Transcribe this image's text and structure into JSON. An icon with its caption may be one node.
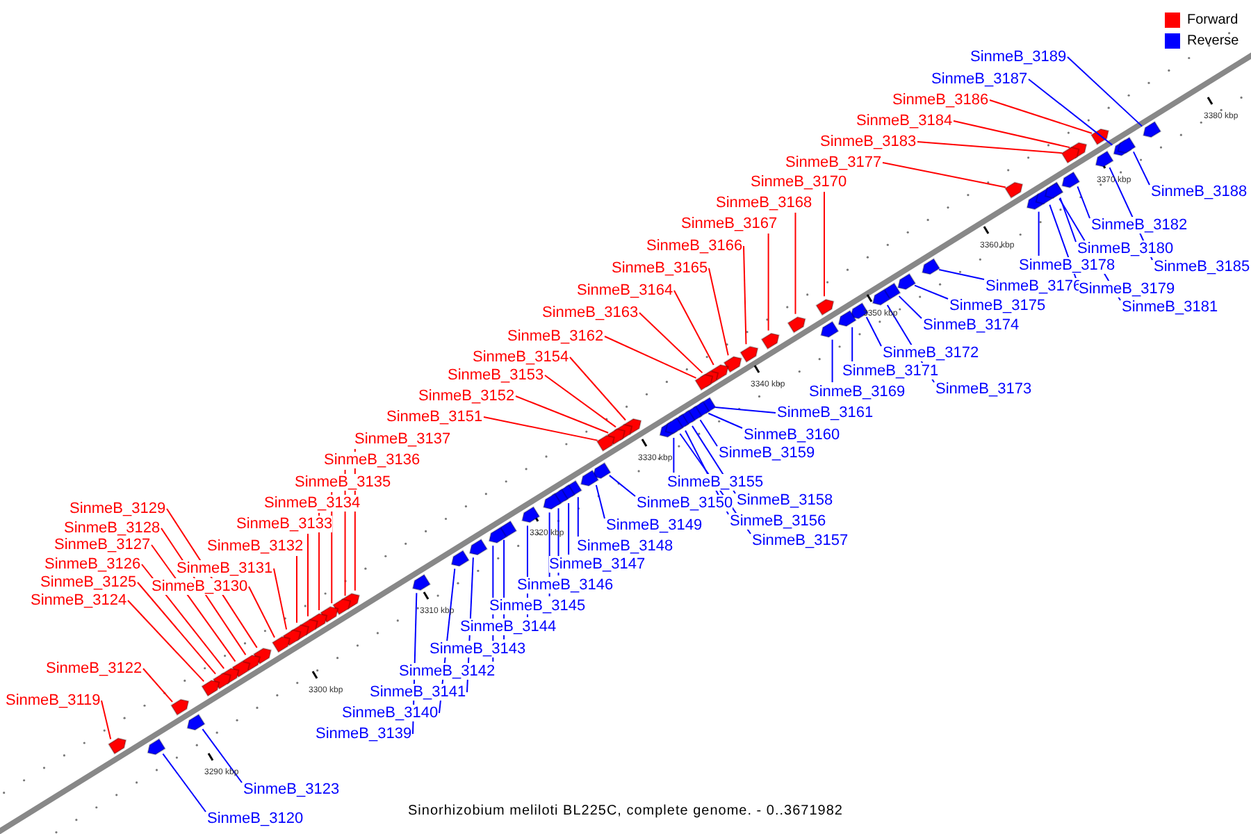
{
  "diagram": {
    "caption": "Sinorhizobium meliloti BL225C, complete genome. - 0..3671982",
    "nodes": [
      {
        "text": [
          "SinmeB_3189"
        ]
      },
      {
        "text": [
          "SinmeB_3187"
        ]
      },
      {
        "text": [
          "SinmeB_3186"
        ]
      },
      {
        "text": [
          "SinmeB_3184"
        ]
      },
      {
        "text": [
          "SinmeB_3183"
        ]
      },
      {
        "text": [
          "SinmeB_3177"
        ]
      },
      {
        "text": [
          "SinmeB_3170"
        ]
      },
      {
        "text": [
          "SinmeB_3188"
        ]
      },
      {
        "text": [
          "SinmeB_3168"
        ]
      },
      {
        "text": [
          "SinmeB_3167"
        ]
      },
      {
        "text": [
          "SinmeB_3182"
        ]
      },
      {
        "text": [
          "SinmeB_3166"
        ]
      },
      {
        "text": [
          "SinmeB_3180"
        ]
      },
      {
        "text": [
          "SinmeB_3178"
        ]
      },
      {
        "text": [
          "SinmeB_3185"
        ]
      },
      {
        "text": [
          "SinmeB_3165"
        ]
      },
      {
        "text": [
          "SinmeB_3176"
        ]
      },
      {
        "text": [
          "SinmeB_3179"
        ]
      },
      {
        "text": [
          "SinmeB_3164"
        ]
      },
      {
        "text": [
          "SinmeB_3175"
        ]
      },
      {
        "text": [
          "SinmeB_3181"
        ]
      },
      {
        "text": [
          "SinmeB_3163"
        ]
      },
      {
        "text": [
          "SinmeB_3174"
        ]
      },
      {
        "text": [
          "SinmeB_3162"
        ]
      },
      {
        "text": [
          "SinmeB_3172"
        ]
      },
      {
        "text": [
          "SinmeB_3154"
        ]
      },
      {
        "text": [
          "SinmeB_3171"
        ]
      },
      {
        "text": [
          "SinmeB_3153"
        ]
      },
      {
        "text": [
          "SinmeB_3173"
        ]
      },
      {
        "text": [
          "SinmeB_3169"
        ]
      },
      {
        "text": [
          "SinmeB_3152"
        ]
      },
      {
        "text": [
          "SinmeB_3161"
        ]
      },
      {
        "text": [
          "SinmeB_3151"
        ]
      },
      {
        "text": [
          "SinmeB_3160"
        ]
      },
      {
        "text": [
          "SinmeB_3137"
        ]
      },
      {
        "text": [
          "SinmeB_3159"
        ]
      },
      {
        "text": [
          "SinmeB_3136"
        ]
      },
      {
        "text": [
          "SinmeB_3155"
        ]
      },
      {
        "text": [
          "SinmeB_3135"
        ]
      },
      {
        "text": [
          "SinmeB_3150"
        ]
      },
      {
        "text": [
          "SinmeB_3158"
        ]
      },
      {
        "text": [
          "SinmeB_3134"
        ]
      },
      {
        "text": [
          "SinmeB_3129"
        ]
      },
      {
        "text": [
          "SinmeB_3156"
        ]
      },
      {
        "text": [
          "SinmeB_3133"
        ]
      },
      {
        "text": [
          "SinmeB_3149"
        ]
      },
      {
        "text": [
          "SinmeB_3128"
        ]
      },
      {
        "text": [
          "SinmeB_3157"
        ]
      },
      {
        "text": [
          "SinmeB_3127"
        ]
      },
      {
        "text": [
          "SinmeB_3132"
        ]
      },
      {
        "text": [
          "SinmeB_3148"
        ]
      },
      {
        "text": [
          "SinmeB_3126"
        ]
      },
      {
        "text": [
          "SinmeB_3147"
        ]
      },
      {
        "text": [
          "SinmeB_3131"
        ]
      },
      {
        "text": [
          "SinmeB_3125"
        ]
      },
      {
        "text": [
          "SinmeB_3146"
        ]
      },
      {
        "text": [
          "SinmeB_3130"
        ]
      },
      {
        "text": [
          "SinmeB_3124"
        ]
      },
      {
        "text": [
          "SinmeB_3145"
        ]
      },
      {
        "text": [
          "SinmeB_3144"
        ]
      },
      {
        "text": [
          "SinmeB_3143"
        ]
      },
      {
        "text": [
          "SinmeB_3122"
        ]
      },
      {
        "text": [
          "SinmeB_3142"
        ]
      },
      {
        "text": [
          "SinmeB_3141"
        ]
      },
      {
        "text": [
          "SinmeB_3119"
        ]
      },
      {
        "text": [
          "SinmeB_3140"
        ]
      },
      {
        "text": [
          "SinmeB_3139"
        ]
      },
      {
        "text": [
          "SinmeB_3123"
        ]
      },
      {
        "text": [
          "SinmeB_3120"
        ]
      },
      {
        "text": [],
        "shape": "arrow"
      },
      {
        "text": [],
        "shape": "arrow"
      },
      {
        "text": [],
        "shape": "arrow"
      },
      {
        "text": [],
        "shape": "arrow"
      },
      {
        "text": [],
        "shape": "arrow"
      },
      {
        "text": [],
        "shape": "arrow"
      },
      {
        "text": [],
        "shape": "arrow"
      },
      {
        "text": [],
        "shape": "arrow"
      },
      {
        "text": [],
        "shape": "arrow"
      },
      {
        "text": [],
        "shape": "arrow"
      },
      {
        "text": [],
        "shape": "arrow"
      },
      {
        "text": [],
        "shape": "arrow"
      },
      {
        "text": [],
        "shape": "arrow"
      },
      {
        "text": [],
        "shape": "arrow"
      },
      {
        "text": [],
        "shape": "arrow"
      },
      {
        "text": [],
        "shape": "arrow"
      },
      {
        "text": [],
        "shape": "arrow"
      },
      {
        "text": [],
        "shape": "arrow"
      },
      {
        "text": [],
        "shape": "arrow"
      },
      {
        "text": [],
        "shape": "arrow"
      },
      {
        "text": [],
        "shape": "arrow"
      },
      {
        "text": [],
        "shape": "arrow"
      },
      {
        "text": [],
        "shape": "arrow"
      },
      {
        "text": [],
        "shape": "arrow"
      },
      {
        "text": [],
        "shape": "arrow"
      },
      {
        "text": [],
        "shape": "arrow"
      },
      {
        "text": [],
        "shape": "arrow"
      },
      {
        "text": [],
        "shape": "arrow"
      },
      {
        "text": [],
        "shape": "arrow"
      },
      {
        "text": [],
        "shape": "arrow"
      },
      {
        "text": [],
        "shape": "arrow"
      },
      {
        "text": [],
        "shape": "arrow"
      },
      {
        "text": [],
        "shape": "arrow"
      },
      {
        "text": [],
        "shape": "arrow"
      },
      {
        "text": [],
        "shape": "arrow"
      },
      {
        "text": [],
        "shape": "arrow"
      },
      {
        "text": [],
        "shape": "arrow"
      },
      {
        "text": [],
        "shape": "arrow"
      },
      {
        "text": [],
        "shape": "arrow"
      },
      {
        "text": [],
        "shape": "arrow"
      },
      {
        "text": [],
        "shape": "arrow"
      },
      {
        "text": [],
        "shape": "arrow"
      },
      {
        "text": [],
        "shape": "arrow"
      },
      {
        "text": [],
        "shape": "arrow"
      },
      {
        "text": [],
        "shape": "arrow"
      },
      {
        "text": [],
        "shape": "arrow"
      },
      {
        "text": [],
        "shape": "arrow"
      },
      {
        "text": [],
        "shape": "arrow"
      },
      {
        "text": [],
        "shape": "arrow"
      },
      {
        "text": [],
        "shape": "arrow"
      },
      {
        "text": [],
        "shape": "arrow"
      },
      {
        "text": [],
        "shape": "arrow"
      },
      {
        "text": [],
        "shape": "arrow"
      },
      {
        "text": [],
        "shape": "arrow"
      },
      {
        "text": [],
        "shape": "arrow"
      },
      {
        "text": [],
        "shape": "arrow"
      },
      {
        "text": [],
        "shape": "arrow"
      },
      {
        "text": [],
        "shape": "arrow"
      },
      {
        "text": [],
        "shape": "arrow"
      },
      {
        "text": [],
        "shape": "arrow"
      },
      {
        "text": [],
        "shape": "arrow"
      },
      {
        "text": [],
        "shape": "arrow"
      },
      {
        "text": [],
        "shape": "arrow"
      },
      {
        "text": [],
        "shape": "arrow"
      },
      {
        "text": [],
        "shape": "arrow"
      },
      {
        "text": [],
        "shape": "arrow"
      },
      {
        "text": [],
        "shape": "arrow"
      },
      {
        "text": [],
        "shape": "arrow"
      },
      {
        "text": [],
        "shape": "arrow"
      }
    ],
    "edges": [
      {
        "from": 0,
        "to": 69,
        "arrow": "none"
      },
      {
        "from": 1,
        "to": 70,
        "arrow": "none"
      },
      {
        "from": 2,
        "to": 71,
        "arrow": "none",
        "color": "#ff0000"
      },
      {
        "from": 3,
        "to": 72,
        "arrow": "none",
        "color": "#ff0000"
      },
      {
        "from": 4,
        "to": 73,
        "arrow": "none",
        "color": "#ff0000"
      },
      {
        "from": 5,
        "to": 74,
        "arrow": "none",
        "color": "#ff0000"
      },
      {
        "from": 6,
        "to": 75,
        "arrow": "none",
        "color": "#ff0000"
      },
      {
        "from": 7,
        "to": 76,
        "arrow": "none"
      },
      {
        "from": 8,
        "to": 77,
        "arrow": "none",
        "color": "#ff0000"
      },
      {
        "from": 9,
        "to": 78,
        "arrow": "none",
        "color": "#ff0000"
      },
      {
        "from": 10,
        "to": 79,
        "arrow": "none"
      },
      {
        "from": 11,
        "to": 80,
        "arrow": "none",
        "color": "#ff0000"
      },
      {
        "from": 12,
        "to": 81,
        "arrow": "none"
      },
      {
        "from": 13,
        "to": 82,
        "arrow": "none"
      },
      {
        "from": 14,
        "to": 83,
        "arrow": "none"
      },
      {
        "from": 15,
        "to": 84,
        "arrow": "none",
        "color": "#ff0000"
      },
      {
        "from": 16,
        "to": 85,
        "arrow": "none"
      },
      {
        "from": 17,
        "to": 86,
        "arrow": "none"
      },
      {
        "from": 18,
        "to": 87,
        "arrow": "none",
        "color": "#ff0000"
      },
      {
        "from": 19,
        "to": 88,
        "arrow": "none"
      },
      {
        "from": 20,
        "to": 89,
        "arrow": "none"
      },
      {
        "from": 21,
        "to": 90,
        "arrow": "none",
        "color": "#ff0000"
      },
      {
        "from": 22,
        "to": 91,
        "arrow": "none"
      },
      {
        "from": 23,
        "to": 92,
        "arrow": "none",
        "color": "#ff0000"
      },
      {
        "from": 24,
        "to": 93,
        "arrow": "none"
      },
      {
        "from": 25,
        "to": 94,
        "arrow": "none",
        "color": "#ff0000"
      },
      {
        "from": 26,
        "to": 95,
        "arrow": "none"
      },
      {
        "from": 27,
        "to": 96,
        "arrow": "none",
        "color": "#ff0000"
      },
      {
        "from": 28,
        "to": 97,
        "arrow": "none"
      },
      {
        "from": 29,
        "to": 98,
        "arrow": "none"
      },
      {
        "from": 30,
        "to": 99,
        "arrow": "none",
        "color": "#ff0000"
      },
      {
        "from": 31,
        "to": 100,
        "arrow": "none"
      },
      {
        "from": 32,
        "to": 101,
        "arrow": "none",
        "color": "#ff0000"
      },
      {
        "from": 33,
        "to": 102,
        "arrow": "none"
      },
      {
        "from": 34,
        "to": 103,
        "arrow": "none",
        "color": "#ff0000"
      },
      {
        "from": 35,
        "to": 104,
        "arrow": "none"
      },
      {
        "from": 36,
        "to": 105,
        "arrow": "none",
        "color": "#ff0000"
      },
      {
        "from": 37,
        "to": 106,
        "arrow": "none"
      },
      {
        "from": 38,
        "to": 107,
        "arrow": "none",
        "color": "#ff0000"
      },
      {
        "from": 39,
        "to": 108,
        "arrow": "none"
      },
      {
        "from": 40,
        "to": 109,
        "arrow": "none"
      },
      {
        "from": 41,
        "to": 110,
        "arrow": "none",
        "color": "#ff0000"
      },
      {
        "from": 42,
        "to": 111,
        "arrow": "none",
        "color": "#ff0000"
      },
      {
        "from": 43,
        "to": 112,
        "arrow": "none"
      },
      {
        "from": 44,
        "to": 113,
        "arrow": "none",
        "color": "#ff0000"
      },
      {
        "from": 45,
        "to": 114,
        "arrow": "none"
      },
      {
        "from": 46,
        "to": 115,
        "arrow": "none",
        "color": "#ff0000"
      },
      {
        "from": 47,
        "to": 116,
        "arrow": "none"
      },
      {
        "from": 48,
        "to": 117,
        "arrow": "none",
        "color": "#ff0000"
      },
      {
        "from": 49,
        "to": 118,
        "arrow": "none",
        "color": "#ff0000"
      },
      {
        "from": 50,
        "to": 119,
        "arrow": "none"
      },
      {
        "from": 51,
        "to": 120,
        "arrow": "none",
        "color": "#ff0000"
      },
      {
        "from": 52,
        "to": 121,
        "arrow": "none"
      },
      {
        "from": 53,
        "to": 122,
        "arrow": "none",
        "color": "#ff0000"
      },
      {
        "from": 54,
        "to": 123,
        "arrow": "none",
        "color": "#ff0000"
      },
      {
        "from": 55,
        "to": 124,
        "arrow": "none"
      },
      {
        "from": 56,
        "to": 125,
        "arrow": "none",
        "color": "#ff0000"
      },
      {
        "from": 57,
        "to": 126,
        "arrow": "none",
        "color": "#ff0000"
      },
      {
        "from": 58,
        "to": 127,
        "arrow": "none"
      },
      {
        "from": 59,
        "to": 128,
        "arrow": "none"
      },
      {
        "from": 60,
        "to": 129,
        "arrow": "none"
      },
      {
        "from": 61,
        "to": 130,
        "arrow": "none",
        "color": "#ff0000"
      },
      {
        "from": 62,
        "to": 131,
        "arrow": "none"
      },
      {
        "from": 63,
        "to": 132,
        "arrow": "none"
      },
      {
        "from": 64,
        "to": 133,
        "arrow": "none",
        "color": "#ff0000"
      },
      {
        "from": 65,
        "to": 134,
        "arrow": "none"
      },
      {
        "from": 66,
        "to": 135,
        "arrow": "none"
      },
      {
        "from": 67,
        "to": 136,
        "arrow": "none"
      },
      {
        "from": 68,
        "to": 137,
        "arrow": "none"
      }
    ],
    "labels": [
      "3380 kbp",
      "3370 kbp",
      "3360 kbp",
      "3350 kbp",
      "3340 kbp",
      "3330 kbp",
      "3320 kbp",
      "3310 kbp",
      "3300 kbp",
      "3290 kbp"
    ],
    "legend": [
      {
        "text": "Forward",
        "color": "#ff0000"
      },
      {
        "text": "Reverse",
        "color": "#0000ff"
      }
    ]
  }
}
